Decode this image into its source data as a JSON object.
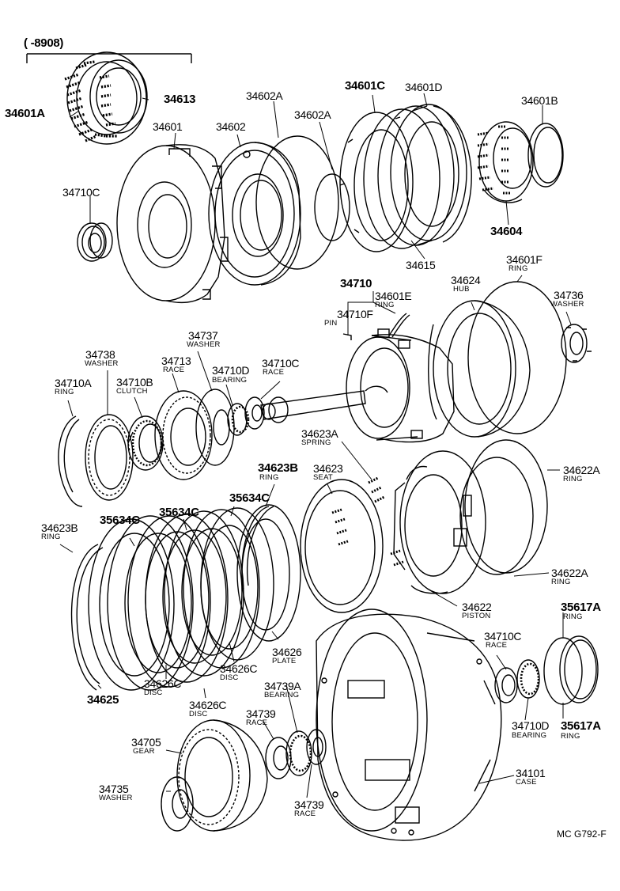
{
  "header": {
    "date_range": "( -8908)"
  },
  "footer": {
    "code": "MC G792-F"
  },
  "labels": {
    "p34601A": "34601A",
    "p34613": "34613",
    "p34601": "34601",
    "p34602": "34602",
    "p34602A_1": "34602A",
    "p34602A_2": "34602A",
    "p34601C": "34601C",
    "p34601D": "34601D",
    "p34601B": "34601B",
    "p34604": "34604",
    "p34615": "34615",
    "p34710C_1": "34710C",
    "p34710": "34710",
    "p34710F": "34710F",
    "s34710F": "PIN",
    "p34601E": "34601E",
    "s34601E": "RING",
    "p34624": "34624",
    "s34624": "HUB",
    "p34601F": "34601F",
    "s34601F": "RING",
    "p34736": "34736",
    "s34736": "WASHER",
    "p34737": "34737",
    "s34737": "WASHER",
    "p34738": "34738",
    "s34738": "WASHER",
    "p34713": "34713",
    "s34713": "RACE",
    "p34710D_1": "34710D",
    "s34710D_1": "BEARING",
    "p34710C_2": "34710C",
    "s34710C_2": "RACE",
    "p34710A": "34710A",
    "s34710A": "RING",
    "p34710B": "34710B",
    "s34710B": "CLUTCH",
    "p34623A": "34623A",
    "s34623A": "SPRING",
    "p34622A_1": "34622A",
    "s34622A_1": "RING",
    "p34623B_1": "34623B",
    "s34623B_1": "RING",
    "p34623": "34623",
    "s34623": "SEAT",
    "p35634C_1": "35634C",
    "p35634C_2": "35634C",
    "p35634C_3": "35634C",
    "p34623B_2": "34623B",
    "s34623B_2": "RING",
    "p34622A_2": "34622A",
    "s34622A_2": "RING",
    "p34622": "34622",
    "s34622": "PISTON",
    "p35617A_1": "35617A",
    "s35617A_1": "RING",
    "p34626": "34626",
    "s34626": "PLATE",
    "p34626C_1": "34626C",
    "s34626C_1": "DISC",
    "p34626C_2": "34626C",
    "s34626C_2": "DISC",
    "p34626C_3": "34626C",
    "s34626C_3": "DISC",
    "p34625": "34625",
    "p34710C_3": "34710C",
    "s34710C_3": "RACE",
    "p34739A": "34739A",
    "s34739A": "BEARING",
    "p34739_1": "34739",
    "s34739_1": "RACE",
    "p34705": "34705",
    "s34705": "GEAR",
    "p34735": "34735",
    "s34735": "WASHER",
    "p34739_2": "34739",
    "s34739_2": "RACE",
    "p34710D_2": "34710D",
    "s34710D_2": "BEARING",
    "p35617A_2": "35617A",
    "s35617A_2": "RING",
    "p34101": "34101",
    "s34101": "CASE"
  }
}
